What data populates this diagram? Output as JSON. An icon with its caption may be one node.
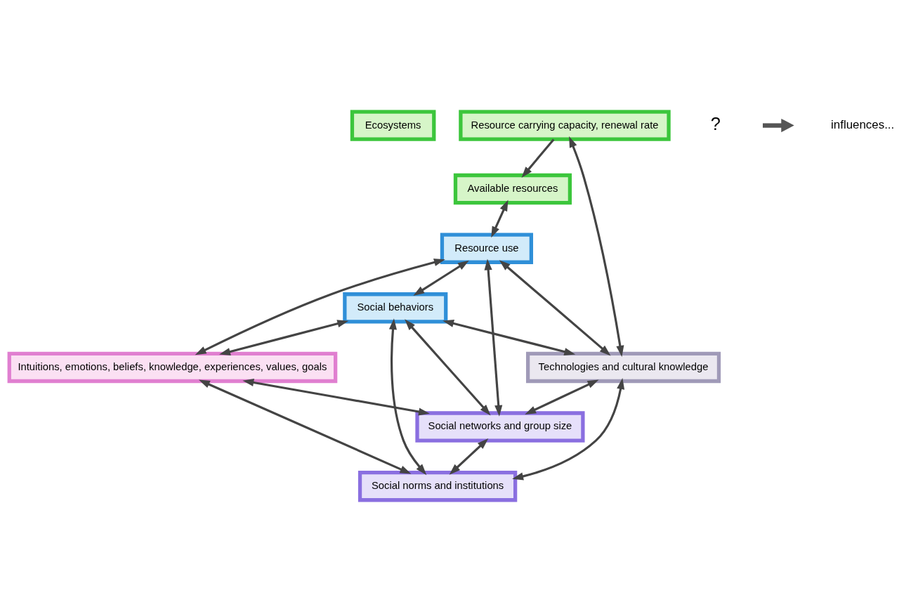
{
  "diagram": {
    "nodes": [
      {
        "text": [
          "Ecosystems"
        ]
      },
      {
        "text": [
          "Resource use"
        ]
      },
      {
        "text": [
          "Intuitions, emotions, beliefs, knowledge, experiences, values, goals"
        ]
      },
      {
        "text": [
          "Resource carrying capacity, renewal rate"
        ]
      },
      {
        "text": [
          "Social behaviors"
        ]
      },
      {
        "text": [
          "Social norms and institutions"
        ]
      },
      {
        "text": [
          "Available resources"
        ]
      },
      {
        "text": [
          "Social networks and group size"
        ]
      },
      {
        "text": [
          "Technologies and cultural knowledge"
        ]
      }
    ],
    "edges": [
      {
        "from": 1,
        "to": 2,
        "arrow": "both"
      },
      {
        "from": 1,
        "to": 4,
        "arrow": "both"
      },
      {
        "from": 4,
        "to": 2,
        "arrow": "both"
      },
      {
        "from": 2,
        "to": 5,
        "arrow": "both"
      },
      {
        "from": 2,
        "to": 7,
        "arrow": "both"
      },
      {
        "from": 4,
        "to": 5,
        "arrow": "both"
      },
      {
        "from": 4,
        "to": 7,
        "arrow": "both"
      },
      {
        "from": 3,
        "to": 6,
        "arrow": "to"
      },
      {
        "from": 3,
        "to": 8,
        "arrow": "both"
      },
      {
        "from": 6,
        "to": 1,
        "arrow": "both"
      },
      {
        "from": 1,
        "to": 8,
        "arrow": "both"
      },
      {
        "from": 1,
        "to": 7,
        "arrow": "both"
      },
      {
        "from": 4,
        "to": 8,
        "arrow": "both"
      },
      {
        "from": 7,
        "to": 5,
        "arrow": "both"
      },
      {
        "from": 8,
        "to": 7,
        "arrow": "both"
      },
      {
        "from": 8,
        "to": 5,
        "arrow": "both"
      }
    ],
    "labels": [
      "?"
    ],
    "legend": [
      {
        "text": "influences..."
      }
    ]
  }
}
